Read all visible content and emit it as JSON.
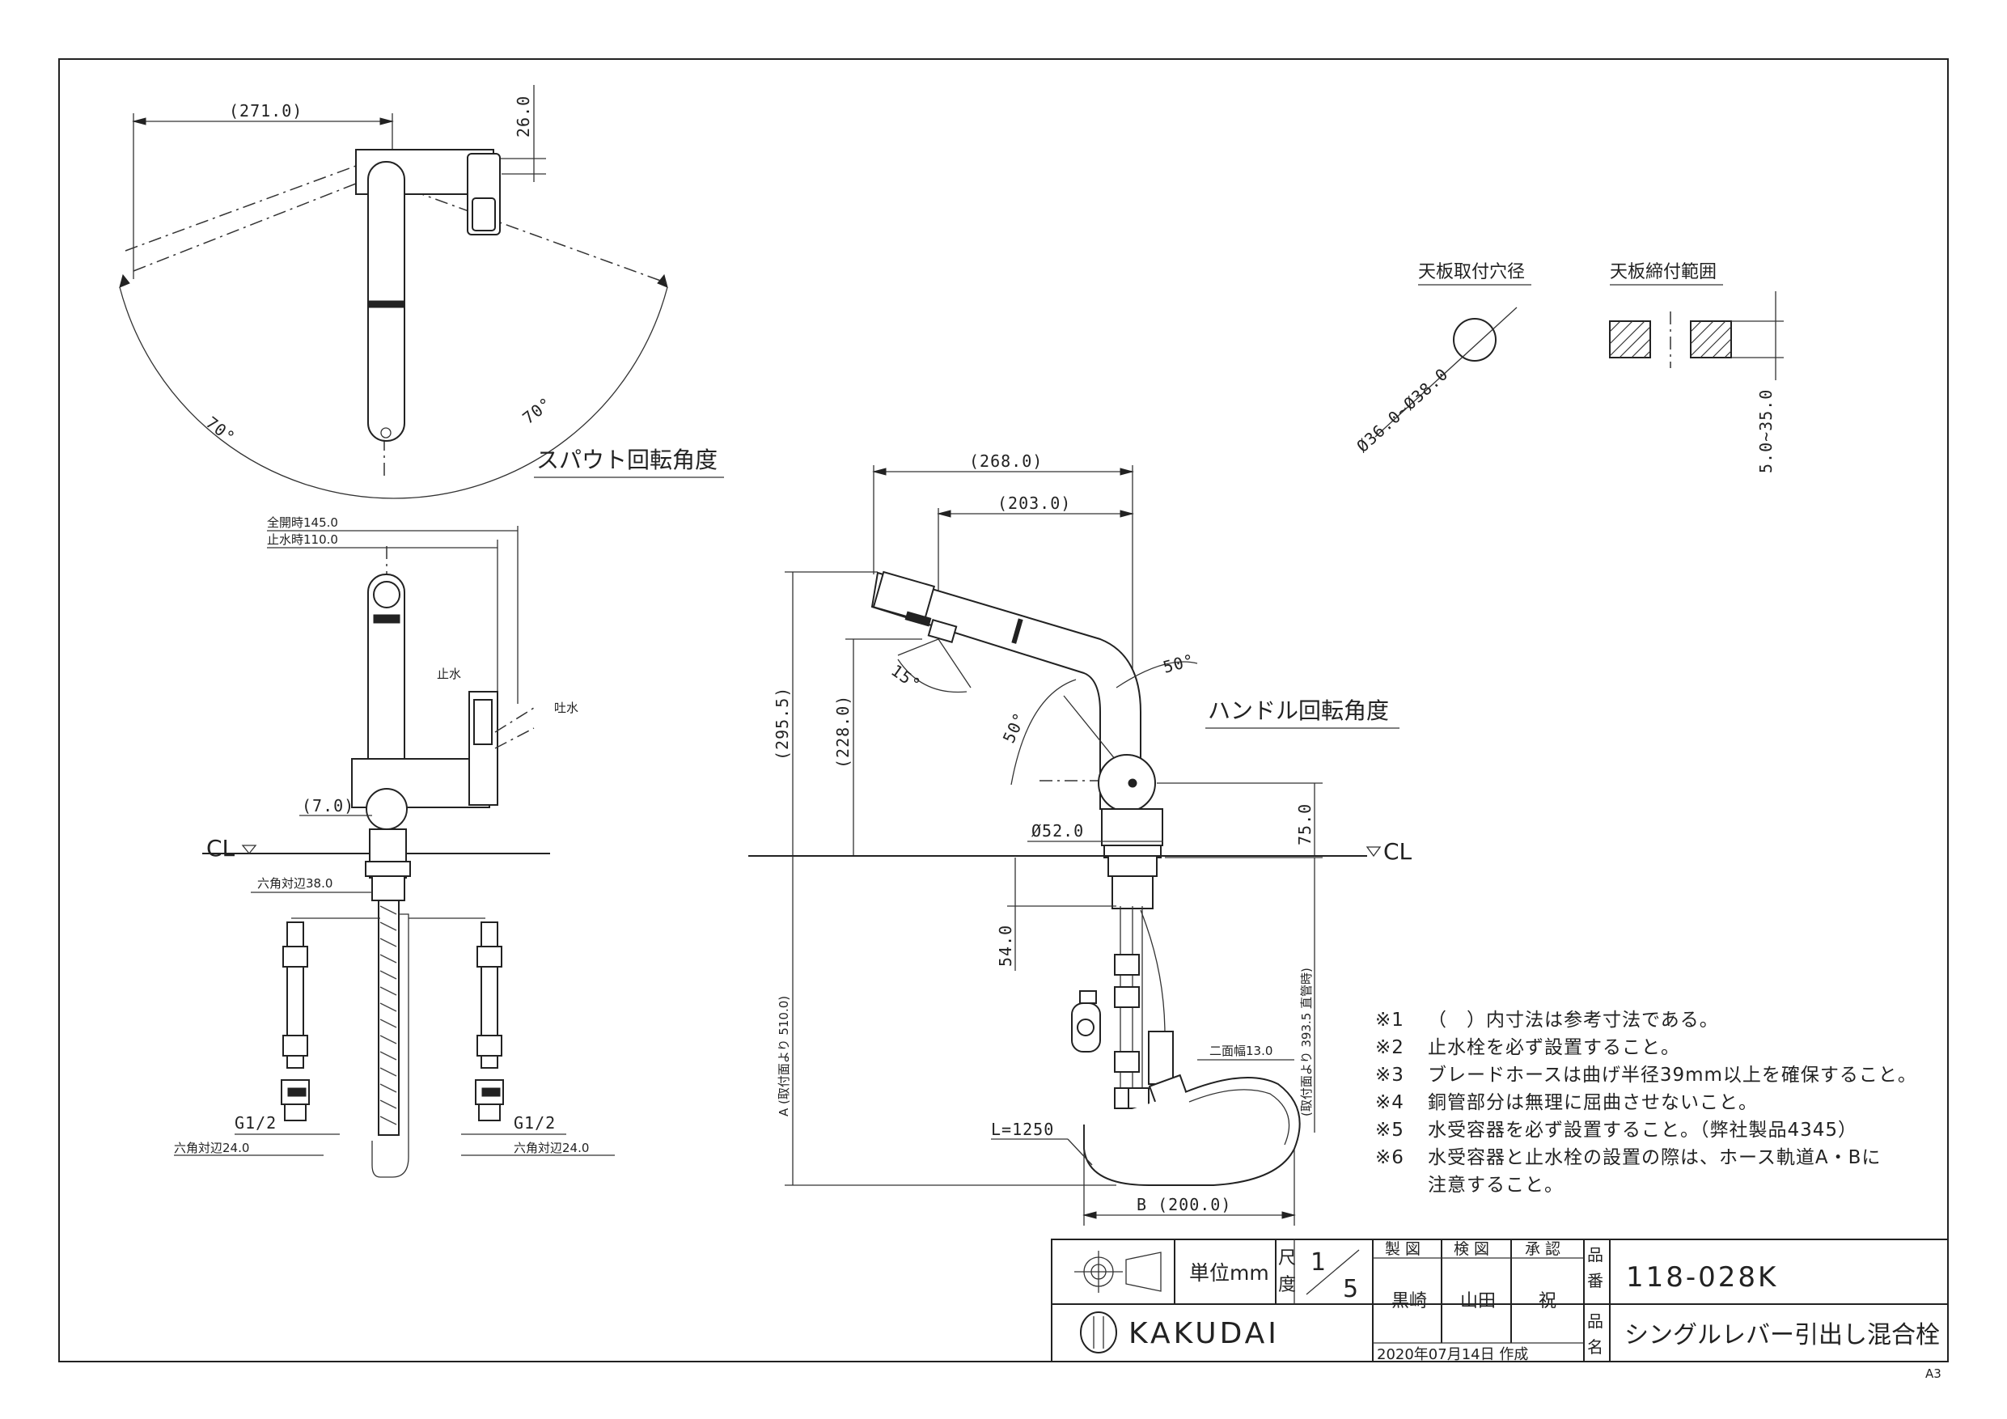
{
  "views": {
    "spout_rotation": {
      "title": "スパウト回転角度",
      "width_dim": "(271.0)",
      "offset_dim": "26.0",
      "angle_left": "70°",
      "angle_right": "70°"
    },
    "front": {
      "full_open": "全開時145.0",
      "stop": "止水時110.0",
      "stop_label": "止水",
      "discharge_label": "吐水",
      "offset_dim": "(7.0)",
      "cl": "CL",
      "hex_width": "六角対辺38.0",
      "thread_left": "G1/2",
      "thread_right": "G1/2",
      "hex_left": "六角対辺24.0",
      "hex_right": "六角対辺24.0"
    },
    "side": {
      "handle_title": "ハンドル回転角度",
      "reach_total": "(268.0)",
      "reach_spout": "(203.0)",
      "height_total": "(295.5)",
      "height_spout": "(228.0)",
      "angle_spout": "15°",
      "angle_handle_top": "50°",
      "angle_handle_left": "50°",
      "body_dia": "Ø52.0",
      "base_height": "75.0",
      "cl": "CL",
      "shank": "54.0",
      "dim_a": "A (取付面より 510.0)",
      "dim_vertical": "(取付面より 393.5 直管時)",
      "hose_length": "L=1250",
      "two_face": "二面幅13.0",
      "dim_b": "B (200.0)"
    },
    "mount_hole": {
      "title": "天板取付穴径",
      "dia": "Ø36.0~Ø38.0"
    },
    "clamp_range": {
      "title": "天板締付範囲",
      "range": "5.0~35.0"
    }
  },
  "notes": [
    {
      "mark": "※1",
      "text": "（　）内寸法は参考寸法である。"
    },
    {
      "mark": "※2",
      "text": "止水栓を必ず設置すること。"
    },
    {
      "mark": "※3",
      "text": "ブレードホースは曲げ半径39mm以上を確保すること。"
    },
    {
      "mark": "※4",
      "text": "銅管部分は無理に屈曲させないこと。"
    },
    {
      "mark": "※5",
      "text": "水受容器を必ず設置すること。（弊社製品4345）"
    },
    {
      "mark": "※6",
      "text": "水受容器と止水栓の設置の際は、ホース軌道A・Bに"
    },
    {
      "mark": "",
      "text": "注意すること。"
    }
  ],
  "title_block": {
    "unit": "単位mm",
    "scale_label_1": "尺",
    "scale_label_2": "度",
    "scale_num": "1",
    "scale_den": "5",
    "drawn_label": "製 図",
    "checked_label": "検 図",
    "approved_label": "承 認",
    "drawn_by": "黒崎",
    "checked_by": "山田",
    "approved_by": "祝",
    "date": "2020年07月14日 作成",
    "part_no_label_1": "品",
    "part_no_label_2": "番",
    "part_no": "118-028K",
    "name_label_1": "品",
    "name_label_2": "名",
    "product_name": "シングルレバー引出し混合栓",
    "brand": "KAKUDAI",
    "sheet": "A3"
  }
}
